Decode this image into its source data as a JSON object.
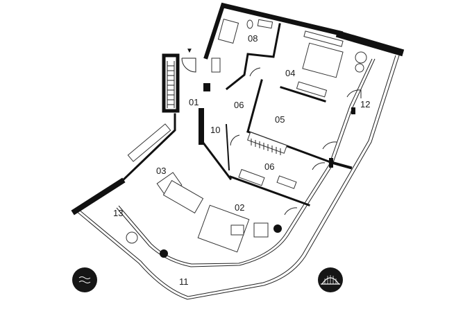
{
  "plan": {
    "rooms": {
      "r01": "01",
      "r02": "02",
      "r03": "03",
      "r04": "04",
      "r05": "05",
      "r06a": "06",
      "r06b": "06",
      "r08": "08",
      "r10": "10",
      "r11": "11",
      "r12": "12",
      "r13": "13"
    },
    "entrance_marker": "▼"
  },
  "icons": {
    "left": "water-view-icon",
    "right": "bridge-view-icon"
  },
  "colors": {
    "wall": "#111111",
    "background": "#ffffff"
  }
}
